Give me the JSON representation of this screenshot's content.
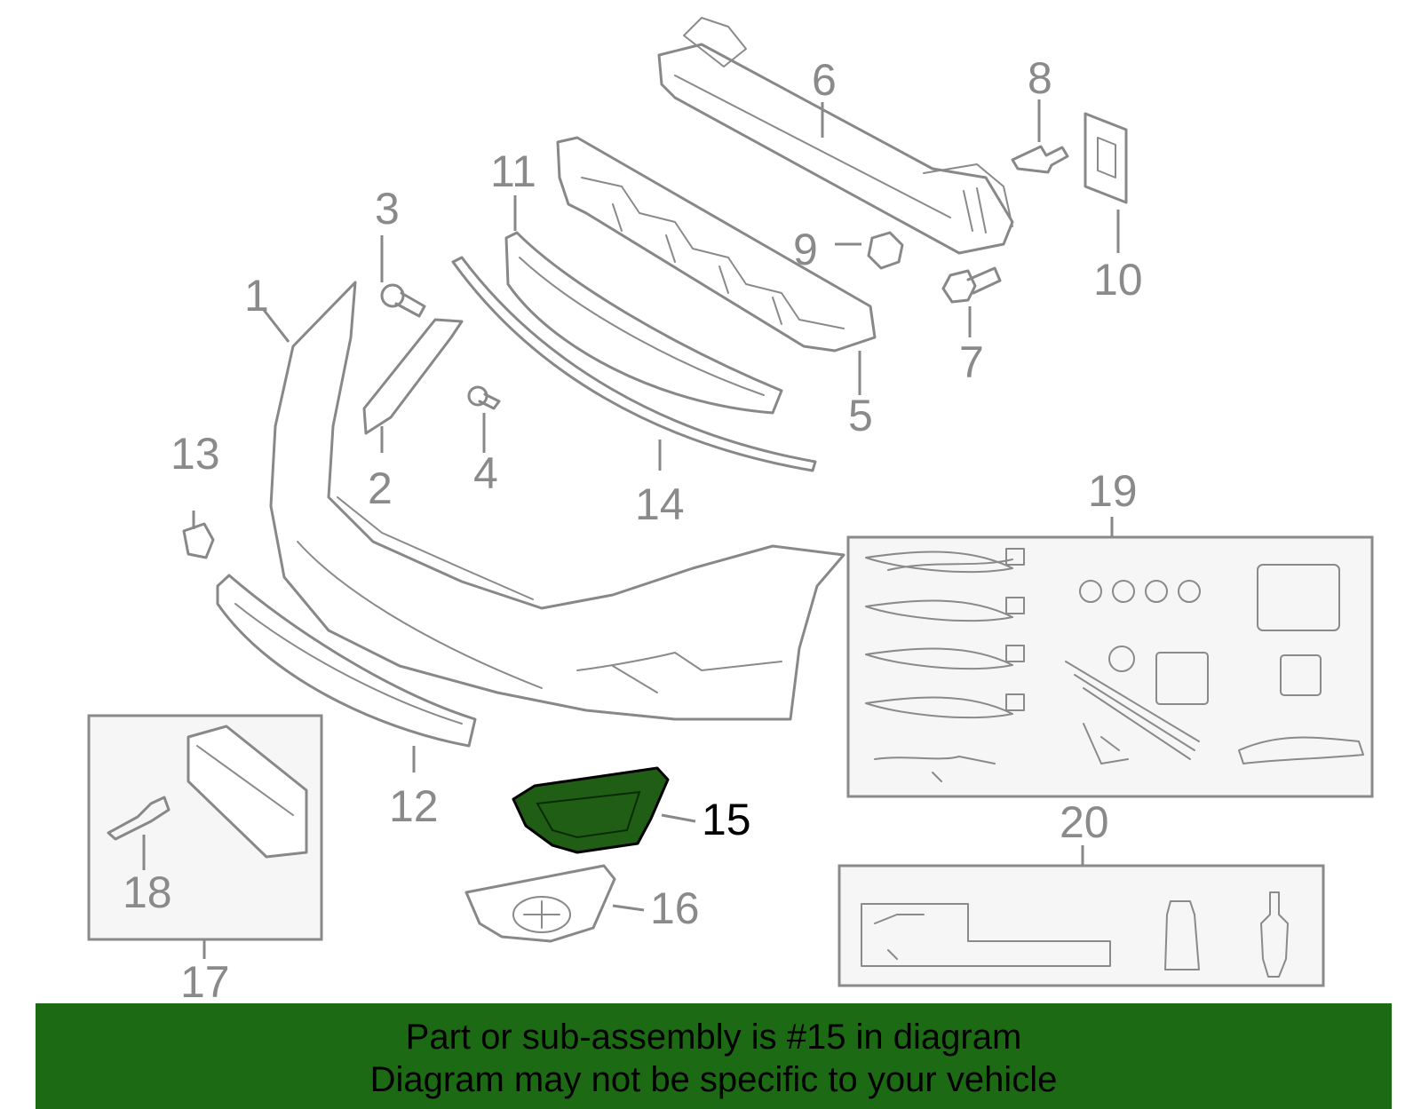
{
  "callouts": {
    "c1": "1",
    "c2": "2",
    "c3": "3",
    "c4": "4",
    "c5": "5",
    "c6": "6",
    "c7": "7",
    "c8": "8",
    "c9": "9",
    "c10": "10",
    "c11": "11",
    "c12": "12",
    "c13": "13",
    "c14": "14",
    "c15": "15",
    "c16": "16",
    "c17": "17",
    "c18": "18",
    "c19": "19",
    "c20": "20"
  },
  "highlight": {
    "part_number": "15",
    "color": "#1f5e14"
  },
  "banner": {
    "line1": "Part or sub-assembly is #15 in diagram",
    "line2": "Diagram may not be specific to your vehicle",
    "background": "#1d6a14"
  }
}
